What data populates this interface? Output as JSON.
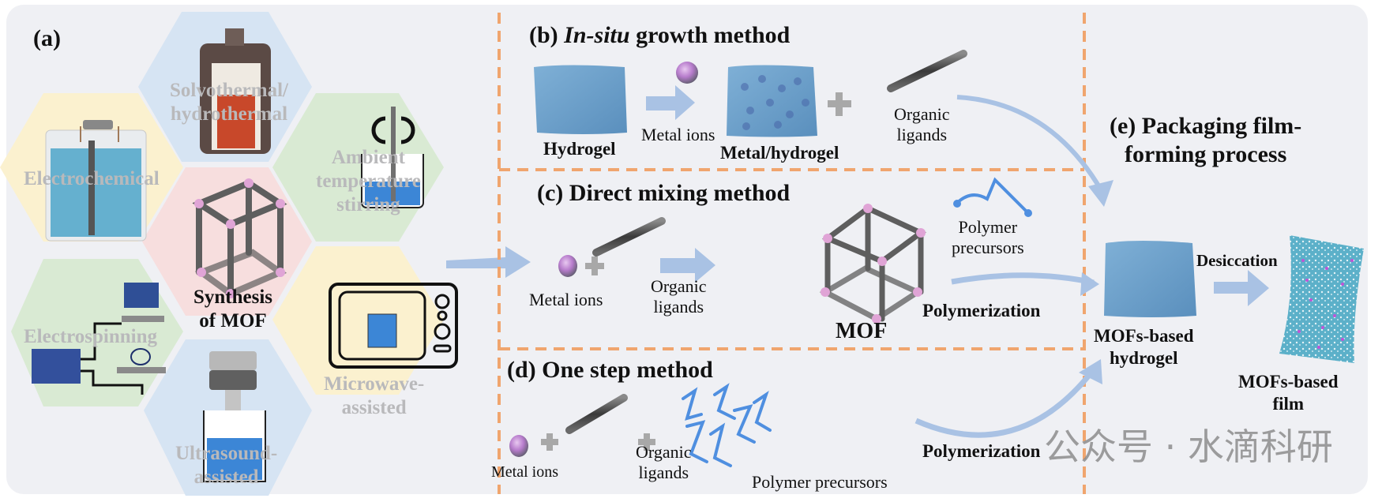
{
  "figure": {
    "panel_a": {
      "label": "(a)",
      "center_label_line1": "Synthesis",
      "center_label_line2": "of MOF",
      "methods": [
        {
          "name": "Solvothermal/",
          "name2": "hydrothermal",
          "color": "#d6e4f3"
        },
        {
          "name": "Ambient",
          "name2": "temperature",
          "name3": "stirring",
          "color": "#d9ead3"
        },
        {
          "name": "Microwave-",
          "name2": "assisted",
          "color": "#fbf1cf"
        },
        {
          "name": "Ultrasound-",
          "name2": "assisted",
          "color": "#d6e4f3"
        },
        {
          "name": "Electrospinning",
          "color": "#d9ead3"
        },
        {
          "name": "Electrochemical",
          "color": "#fbf1cf"
        }
      ],
      "center_color": "#f7dede"
    },
    "panel_b": {
      "prefix": "(b) ",
      "italic": "In-situ",
      "suffix": " growth method",
      "hydrogel": "Hydrogel",
      "metal_ions": "Metal ions",
      "metal_hydrogel": "Metal/hydrogel",
      "organic": "Organic",
      "ligands": "ligands"
    },
    "panel_c": {
      "title": "(c) Direct mixing method",
      "metal_ions": "Metal ions",
      "organic": "Organic",
      "ligands": "ligands",
      "mof": "MOF",
      "polymer": "Polymer",
      "precursors": "precursors",
      "polymerization": "Polymerization"
    },
    "panel_d": {
      "title": "(d) One step method",
      "metal_ions": "Metal ions",
      "organic": "Organic",
      "ligands": "ligands",
      "polymer_precursors": "Polymer precursors",
      "polymerization": "Polymerization"
    },
    "panel_e": {
      "title_line1": "(e) Packaging film-",
      "title_line2": "forming process",
      "desiccation": "Desiccation",
      "hydrogel_line1": "MOFs-based",
      "hydrogel_line2": "hydrogel",
      "film_line1": "MOFs-based",
      "film_line2": "film"
    },
    "watermark": "公众号 · 水滴科研",
    "colors": {
      "background": "#eff0f4",
      "dashed_border": "#f0a56e",
      "arrow": "#a9c2e4",
      "hydrogel": "#6d9cc4",
      "metal_ion": "#c48ad6",
      "polymer": "#4f8fe0",
      "rod": "#4a4a4a"
    }
  }
}
